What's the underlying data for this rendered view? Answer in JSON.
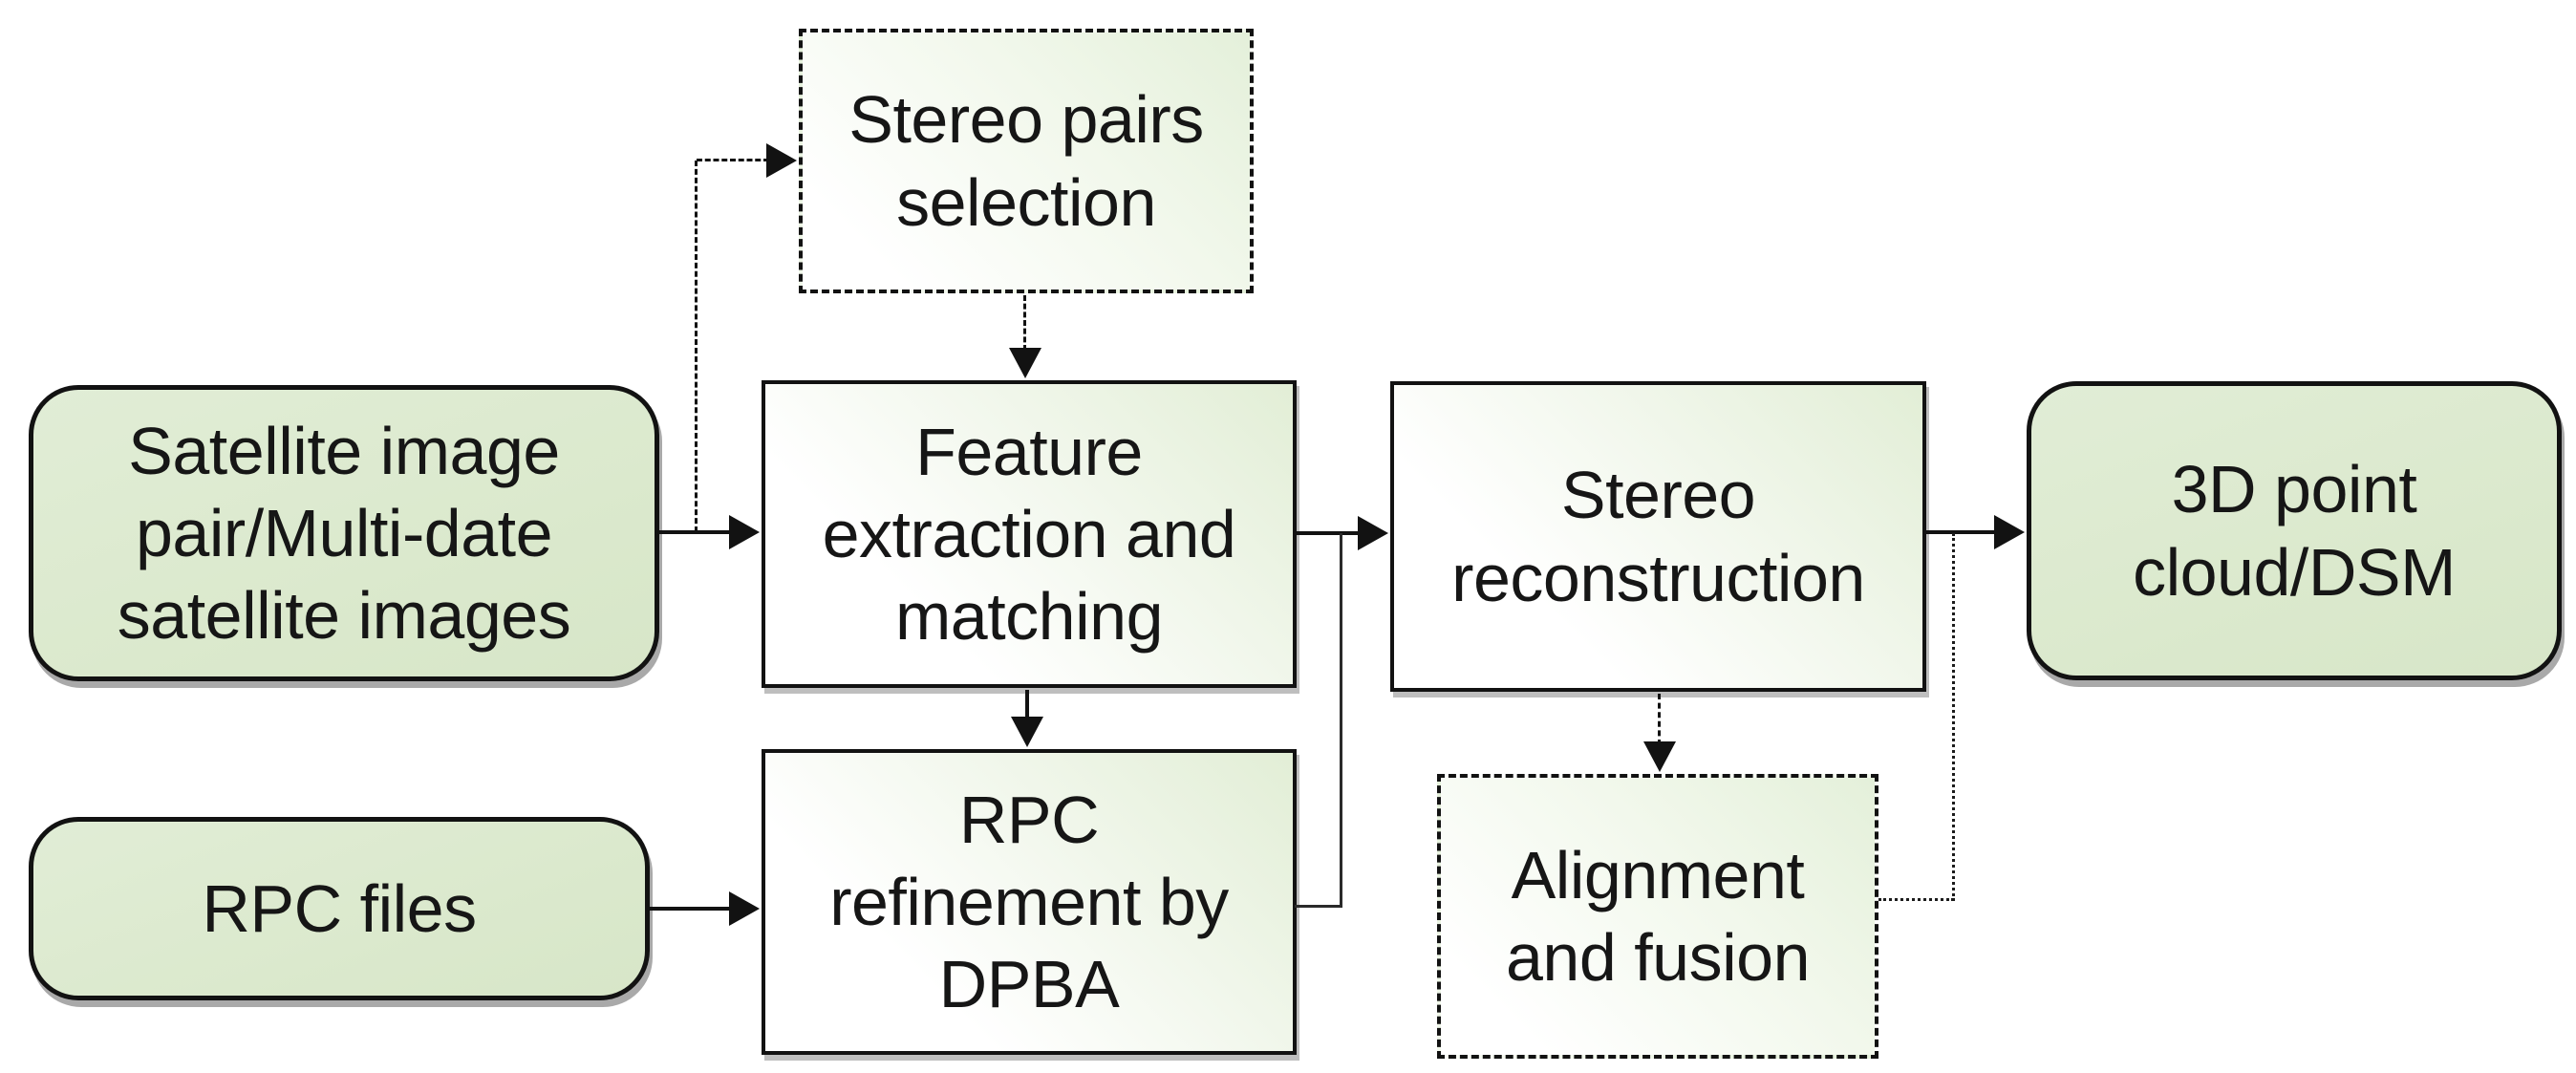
{
  "diagram": {
    "type": "flowchart",
    "colors": {
      "background": "#ffffff",
      "terminal_fill_green": "#dcead0",
      "process_gradient_green": "#e3efd8",
      "border_black": "#121212",
      "text": "#161616"
    },
    "nodes": [
      {
        "id": "satellite-images",
        "label": "Satellite image\npair/Multi-date\nsatellite images",
        "shape": "rounded-rectangle",
        "border": "solid"
      },
      {
        "id": "rpc-files",
        "label": "RPC files",
        "shape": "rounded-rectangle",
        "border": "solid"
      },
      {
        "id": "stereo-pairs-selection",
        "label": "Stereo pairs\nselection",
        "shape": "rectangle",
        "border": "dashed"
      },
      {
        "id": "feature-extraction",
        "label": "Feature\nextraction and\nmatching",
        "shape": "rectangle",
        "border": "solid"
      },
      {
        "id": "rpc-refinement",
        "label": "RPC\nrefinement by\nDPBA",
        "shape": "rectangle",
        "border": "solid"
      },
      {
        "id": "stereo-reconstruction",
        "label": "Stereo\nreconstruction",
        "shape": "rectangle",
        "border": "solid"
      },
      {
        "id": "alignment-fusion",
        "label": "Alignment\nand fusion",
        "shape": "rectangle",
        "border": "dashed"
      },
      {
        "id": "point-cloud-dsm",
        "label": "3D point\ncloud/DSM",
        "shape": "rounded-rectangle",
        "border": "solid"
      }
    ],
    "edges": [
      {
        "from": "satellite-images",
        "to": "feature-extraction",
        "style": "solid",
        "arrow": true
      },
      {
        "from": "satellite-images",
        "to": "stereo-pairs-selection",
        "style": "dashed",
        "arrow": true
      },
      {
        "from": "stereo-pairs-selection",
        "to": "feature-extraction",
        "style": "dashed",
        "arrow": true
      },
      {
        "from": "feature-extraction",
        "to": "rpc-refinement",
        "style": "solid",
        "arrow": true
      },
      {
        "from": "rpc-files",
        "to": "rpc-refinement",
        "style": "solid",
        "arrow": true
      },
      {
        "from": "feature-extraction",
        "to": "stereo-reconstruction",
        "style": "solid",
        "arrow": true
      },
      {
        "from": "rpc-refinement",
        "to": "stereo-reconstruction",
        "style": "thin-solid-elbow",
        "arrow": false
      },
      {
        "from": "stereo-reconstruction",
        "to": "point-cloud-dsm",
        "style": "solid",
        "arrow": true
      },
      {
        "from": "stereo-reconstruction",
        "to": "alignment-fusion",
        "style": "dashed",
        "arrow": true
      },
      {
        "from": "alignment-fusion",
        "to": "point-cloud-dsm",
        "style": "dotted-elbow",
        "arrow": false
      }
    ]
  }
}
